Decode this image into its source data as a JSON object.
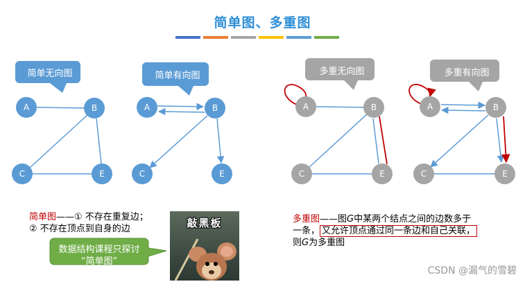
{
  "title": "简单图、多重图",
  "stripe_colors": [
    "#4472c4",
    "#ed7d31",
    "#a5a5a5",
    "#ffc000",
    "#5b9bd5",
    "#70ad47"
  ],
  "callouts": {
    "simple_undirected": "简单无向图",
    "simple_directed": "简单有向图",
    "multi_undirected": "多重无向图",
    "multi_directed": "多重有向图"
  },
  "graphs": {
    "simple_undirected": {
      "nodes": [
        "A",
        "B",
        "C",
        "E"
      ],
      "edges": [
        [
          "A",
          "B"
        ],
        [
          "B",
          "C"
        ],
        [
          "B",
          "E"
        ],
        [
          "C",
          "E"
        ]
      ]
    },
    "simple_directed": {
      "nodes": [
        "A",
        "B",
        "C",
        "E"
      ],
      "edges": [
        [
          "A",
          "B"
        ],
        [
          "B",
          "A"
        ],
        [
          "B",
          "C"
        ],
        [
          "B",
          "E"
        ]
      ]
    },
    "multi_undirected": {
      "nodes": [
        "A",
        "B",
        "C",
        "E"
      ],
      "edges": [
        [
          "A",
          "A"
        ],
        [
          "A",
          "B"
        ],
        [
          "B",
          "C"
        ],
        [
          "B",
          "E"
        ],
        [
          "B",
          "E"
        ],
        [
          "C",
          "E"
        ]
      ]
    },
    "multi_directed": {
      "nodes": [
        "A",
        "B",
        "C",
        "E"
      ],
      "edges": [
        [
          "A",
          "A"
        ],
        [
          "A",
          "B"
        ],
        [
          "B",
          "A"
        ],
        [
          "B",
          "C"
        ],
        [
          "B",
          "E"
        ],
        [
          "B",
          "E"
        ],
        [
          "C",
          "E"
        ]
      ]
    }
  },
  "colors": {
    "blue_node": "#5b9bd5",
    "gray_node": "#a5a5a5",
    "edge_blue": "#5b9bd5",
    "highlight_red": "#c00000",
    "callout_green": "#70ad47"
  },
  "simple_def": {
    "term": "简单图",
    "line1": "——① 不存在重复边；",
    "line2": "② 不存在顶点到自身的边"
  },
  "note": "数据结构课程只探讨 “简单图”",
  "meme_caption": "敲黑板",
  "multi_def": {
    "term": "多重图",
    "line1_a": "——图",
    "line1_g": "G",
    "line1_b": "中某两个结点之间的边数多于",
    "line2_a": "一条，",
    "line2_boxed": "又允许顶点通过同一条边和自己关联，",
    "line3_a": "则",
    "line3_g": "G",
    "line3_b": "为多重图"
  },
  "watermark": "CSDN @漏气的雪碧"
}
